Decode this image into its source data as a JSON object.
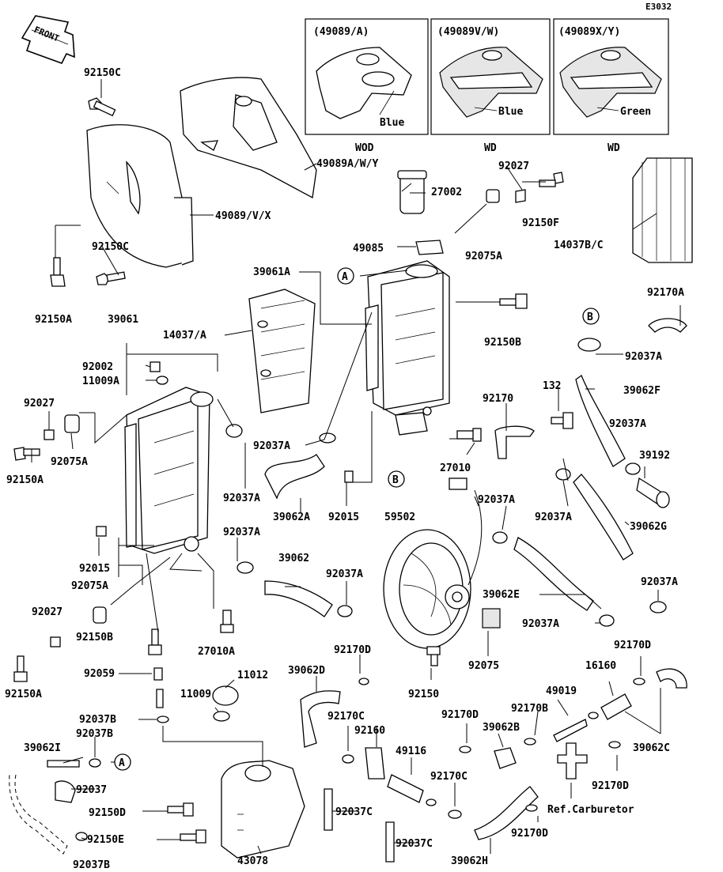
{
  "diagram_code": "E3032",
  "front_label": "FRONT",
  "variant_boxes": [
    {
      "code": "(49089/A)",
      "color": "Blue",
      "caption": "WOD"
    },
    {
      "code": "(49089V/W)",
      "color": "Blue",
      "caption": "WD"
    },
    {
      "code": "(49089X/Y)",
      "color": "Green",
      "caption": "WD"
    }
  ],
  "callouts": {
    "a1": "A",
    "a2": "A",
    "b1": "B",
    "b2": "B"
  },
  "labels": {
    "l92150C_top": "92150C",
    "l92150C_mid": "92150C",
    "l92150A_1": "92150A",
    "l92150A_2": "92150A",
    "l92150A_3": "92150A",
    "l49089AWY": "49089A/W/Y",
    "l49089VX": "49089/V/X",
    "l27002": "27002",
    "l92027_top": "92027",
    "l92027_left": "92027",
    "l92027_low": "92027",
    "l92150F": "92150F",
    "l14037BC": "14037B/C",
    "l49085": "49085",
    "l92075A_top": "92075A",
    "l92075A_left": "92075A",
    "l92075A_low": "92075A",
    "l39061A": "39061A",
    "l39061": "39061",
    "l14037A": "14037/A",
    "l92170A": "92170A",
    "l92150B_1": "92150B",
    "l92150B_2": "92150B",
    "l92037A_1": "92037A",
    "l92037A_2": "92037A",
    "l92037A_3": "92037A",
    "l92037A_4": "92037A",
    "l92037A_5": "92037A",
    "l92037A_6": "92037A",
    "l92037A_7": "92037A",
    "l92037A_8": "92037A",
    "l92037A_9": "92037A",
    "l92037A_10": "92037A",
    "l92002": "92002",
    "l11009A": "11009A",
    "l132": "132",
    "l39062F": "39062F",
    "l92170": "92170",
    "l39192": "39192",
    "l27010": "27010",
    "l39062A": "39062A",
    "l92015_1": "92015",
    "l92015_2": "92015",
    "l59502": "59502",
    "l39062G": "39062G",
    "l39062": "39062",
    "l39062E": "39062E",
    "l27010A": "27010A",
    "l92075": "92075",
    "l92170D_1": "92170D",
    "l92170D_2": "92170D",
    "l92170D_3": "92170D",
    "l92170D_4": "92170D",
    "l92170D_5": "92170D",
    "l16160": "16160",
    "l92059": "92059",
    "l11012": "11012",
    "l39062D": "39062D",
    "l92150": "92150",
    "l49019": "49019",
    "l11009": "11009",
    "l92170B": "92170B",
    "l92037B_1": "92037B",
    "l92037B_2": "92037B",
    "l92037B_3": "92037B",
    "l92170C_1": "92170C",
    "l92170C_2": "92170C",
    "l92160": "92160",
    "l39062B": "39062B",
    "l39062C": "39062C",
    "l39062I": "39062I",
    "l49116": "49116",
    "l92037": "92037",
    "l92150D": "92150D",
    "l92150E": "92150E",
    "l92037C_1": "92037C",
    "l92037C_2": "92037C",
    "l43078": "43078",
    "l39062H": "39062H",
    "ref_carb": "Ref.Carburetor"
  }
}
